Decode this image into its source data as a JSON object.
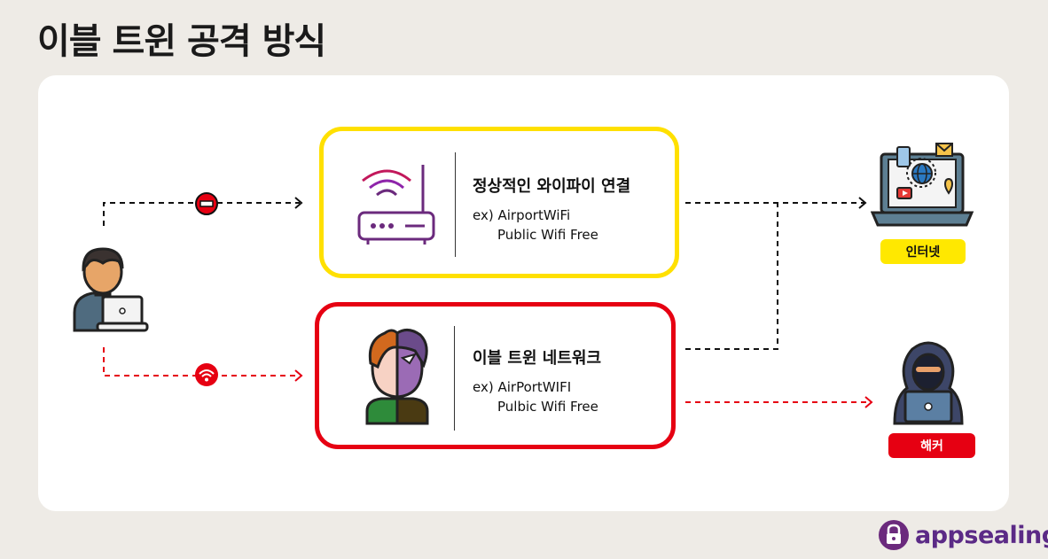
{
  "page": {
    "title": "이블 트윈 공격 방식"
  },
  "normal": {
    "title": "정상적인 와이파이 연결",
    "example_prefix": "ex)",
    "example_line1": "AirportWiFi",
    "example_line2": "Public Wifi Free",
    "border_color": "#ffe000"
  },
  "evil": {
    "title": "이블 트윈 네트워크",
    "example_prefix": "ex)",
    "example_line1": "AirPortWIFI",
    "example_line2": "Pulbic Wifi Free",
    "border_color": "#e60012"
  },
  "targets": {
    "internet_label": "인터넷",
    "hacker_label": "해커"
  },
  "icons": {
    "user": "user-laptop-icon",
    "blocked": "no-entry-icon",
    "wifi_alert": "wifi-alert-icon",
    "router": "wifi-router-icon",
    "evil_twin": "evil-twin-face-icon",
    "internet": "laptop-globe-icon",
    "hacker": "hooded-hacker-icon"
  },
  "brand": {
    "name": "appsealing",
    "color": "#5b2a86"
  }
}
